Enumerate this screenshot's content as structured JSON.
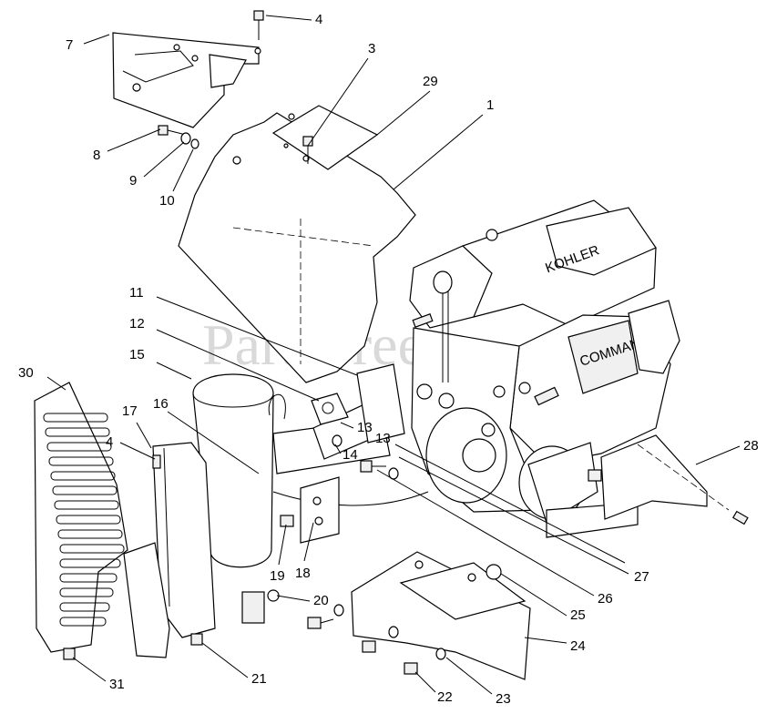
{
  "watermark": "PartsTree",
  "engine_brand": "KOHLER",
  "engine_model": "COMMAND",
  "callouts": [
    "1",
    "3",
    "4",
    "4",
    "7",
    "8",
    "9",
    "10",
    "11",
    "12",
    "13",
    "13",
    "14",
    "15",
    "16",
    "17",
    "18",
    "19",
    "20",
    "21",
    "22",
    "23",
    "24",
    "25",
    "26",
    "27",
    "28",
    "29",
    "30",
    "31"
  ]
}
